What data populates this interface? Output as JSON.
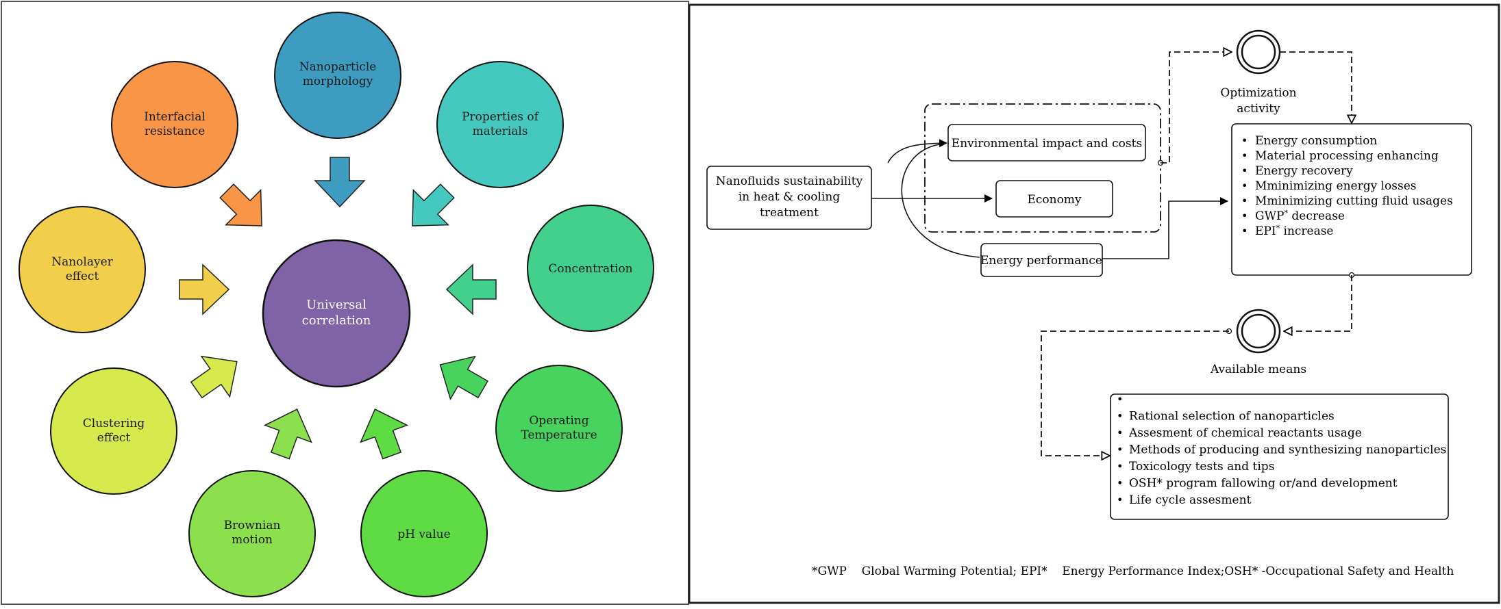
{
  "left_panel": {
    "center": {
      "label_lines": [
        "Universal",
        "correlation"
      ],
      "color": "#8062a6"
    },
    "factors": [
      {
        "id": "morphology",
        "label_lines": [
          "Nanoparticle",
          "morphology"
        ],
        "color": "#3d9cc0"
      },
      {
        "id": "properties",
        "label_lines": [
          "Properties of",
          "materials"
        ],
        "color": "#45c8bd"
      },
      {
        "id": "concentration",
        "label_lines": [
          "Concentration"
        ],
        "color": "#43cf8c"
      },
      {
        "id": "temperature",
        "label_lines": [
          "Operating",
          "Temperature"
        ],
        "color": "#47d35d"
      },
      {
        "id": "ph",
        "label_lines": [
          "pH value"
        ],
        "color": "#5fdb43"
      },
      {
        "id": "brownian",
        "label_lines": [
          "Brownian",
          "motion"
        ],
        "color": "#8ce04e"
      },
      {
        "id": "clustering",
        "label_lines": [
          "Clustering",
          "effect"
        ],
        "color": "#d7ea4d"
      },
      {
        "id": "nanolayer",
        "label_lines": [
          "Nanolayer",
          "effect"
        ],
        "color": "#f2cf4a"
      },
      {
        "id": "interfacial",
        "label_lines": [
          "Interfacial",
          "resistance"
        ],
        "color": "#f99547"
      }
    ]
  },
  "right_panel": {
    "source": {
      "label_lines": [
        "Nanofluids sustainability",
        "in heat & cooling",
        "treatment"
      ]
    },
    "environmental": {
      "label": "Environmental impact and costs"
    },
    "economy": {
      "label": "Economy"
    },
    "energy_performance": {
      "label": "Energy performance"
    },
    "optimization": {
      "label_lines": [
        "Optimization",
        "activity"
      ]
    },
    "available_means": {
      "label": "Available means"
    },
    "goals": {
      "items": [
        {
          "text": "Energy consumption"
        },
        {
          "text": "Material processing enhancing"
        },
        {
          "text": "Energy recovery"
        },
        {
          "text": "Mminimizing energy losses"
        },
        {
          "text": "Mminimizing cutting fluid usages"
        },
        {
          "text": "GWP",
          "sup": "*",
          "suffix": " decrease"
        },
        {
          "text": "EPI",
          "sup": "*",
          "suffix": " increase"
        }
      ]
    },
    "means": {
      "items": [
        "",
        "Rational selection of nanoparticles",
        "Assesment of chemical reactants usage",
        "Methods of producing and synthesizing nanoparticles",
        "Toxicology tests and tips",
        "OSH* program fallowing or/and development",
        "Life cycle assesment"
      ]
    },
    "footnote": "*GWP    Global Warming Potential; EPI*    Energy Performance Index;OSH* -Occupational Safety and Health"
  }
}
